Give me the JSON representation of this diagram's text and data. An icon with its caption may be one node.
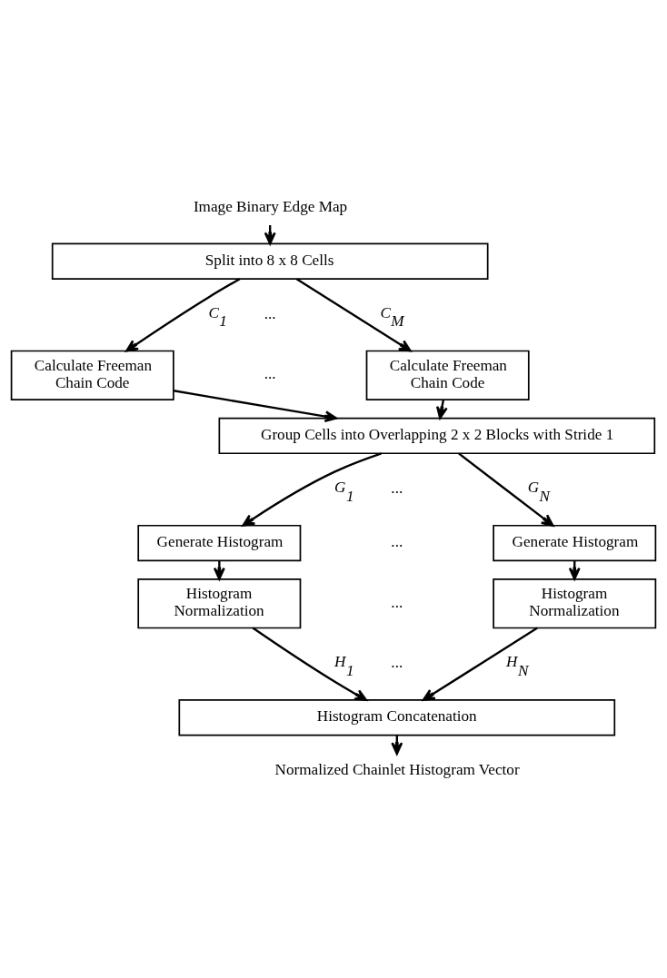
{
  "diagram": {
    "nodes": [
      {
        "text": [
          "Image Binary Edge Map"
        ]
      },
      {
        "text": [
          "Split into 8 x 8 Cells"
        ]
      },
      {
        "text": [
          "Calculate Freeman Chain Code"
        ]
      },
      {
        "text": [
          "Calculate Freeman Chain Code"
        ]
      },
      {
        "text": [
          "Group Cells into Overlapping 2 x 2 Blocks with Stride 1"
        ]
      },
      {
        "text": [
          "Generate Histogram"
        ]
      },
      {
        "text": [
          "Generate Histogram"
        ]
      },
      {
        "text": [
          "Histogram Normalization"
        ]
      },
      {
        "text": [
          "Histogram Normalization"
        ]
      },
      {
        "text": [
          "Histogram Concatenation"
        ]
      },
      {
        "text": [
          "Normalized Chainlet Histogram Vector"
        ]
      }
    ],
    "edges": [
      {
        "from": 0,
        "to": 1,
        "arrow": "to"
      },
      {
        "from": 1,
        "to": 2,
        "arrow": "to",
        "label": "C$_{1}$"
      },
      {
        "from": 1,
        "to": 3,
        "arrow": "to",
        "label": "C$_{M}$"
      },
      {
        "from": 2,
        "to": 4,
        "arrow": "to"
      },
      {
        "from": 3,
        "to": 4,
        "arrow": "to"
      },
      {
        "from": 4,
        "to": 5,
        "arrow": "to",
        "label": "G$_{1}$"
      },
      {
        "from": 4,
        "to": 6,
        "arrow": "to",
        "label": "G$_{N}$"
      },
      {
        "from": 5,
        "to": 7,
        "arrow": "to"
      },
      {
        "from": 6,
        "to": 8,
        "arrow": "to"
      },
      {
        "from": 7,
        "to": 9,
        "arrow": "to",
        "label": "H$_{1}$"
      },
      {
        "from": 8,
        "to": 9,
        "arrow": "to",
        "label": "H$_{N}$"
      },
      {
        "from": 9,
        "to": 10,
        "arrow": "to"
      }
    ],
    "labels": [
      "...",
      "...",
      "...",
      "...",
      "...",
      "..."
    ]
  }
}
